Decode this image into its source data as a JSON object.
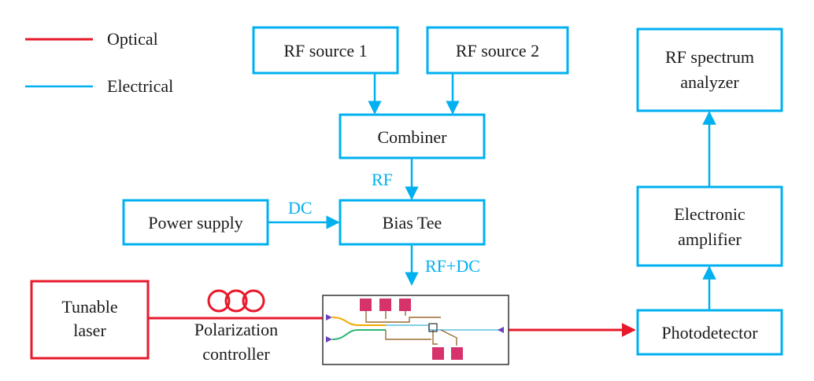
{
  "legend": {
    "optical": "Optical",
    "electrical": "Electrical"
  },
  "colors": {
    "optical": "#e8192c",
    "electrical": "#00b0f0",
    "text": "#1a1a1a",
    "chip_frame": "#333333",
    "chip_pad": "#d6336c"
  },
  "blocks": {
    "rf_source_1": "RF source 1",
    "rf_source_2": "RF source 2",
    "combiner": "Combiner",
    "power_supply": "Power supply",
    "bias_tee": "Bias Tee",
    "tunable_laser_line1": "Tunable",
    "tunable_laser_line2": "laser",
    "photodetector": "Photodetector",
    "electronic_amplifier_line1": "Electronic",
    "electronic_amplifier_line2": "amplifier",
    "rf_spectrum_analyzer_line1": "RF spectrum",
    "rf_spectrum_analyzer_line2": "analyzer"
  },
  "signals": {
    "rf": "RF",
    "dc": "DC",
    "rf_dc": "RF+DC"
  },
  "polarization_controller": {
    "line1": "Polarization",
    "line2": "controller"
  },
  "chip": {
    "icon": "photonic-chip-icon"
  }
}
